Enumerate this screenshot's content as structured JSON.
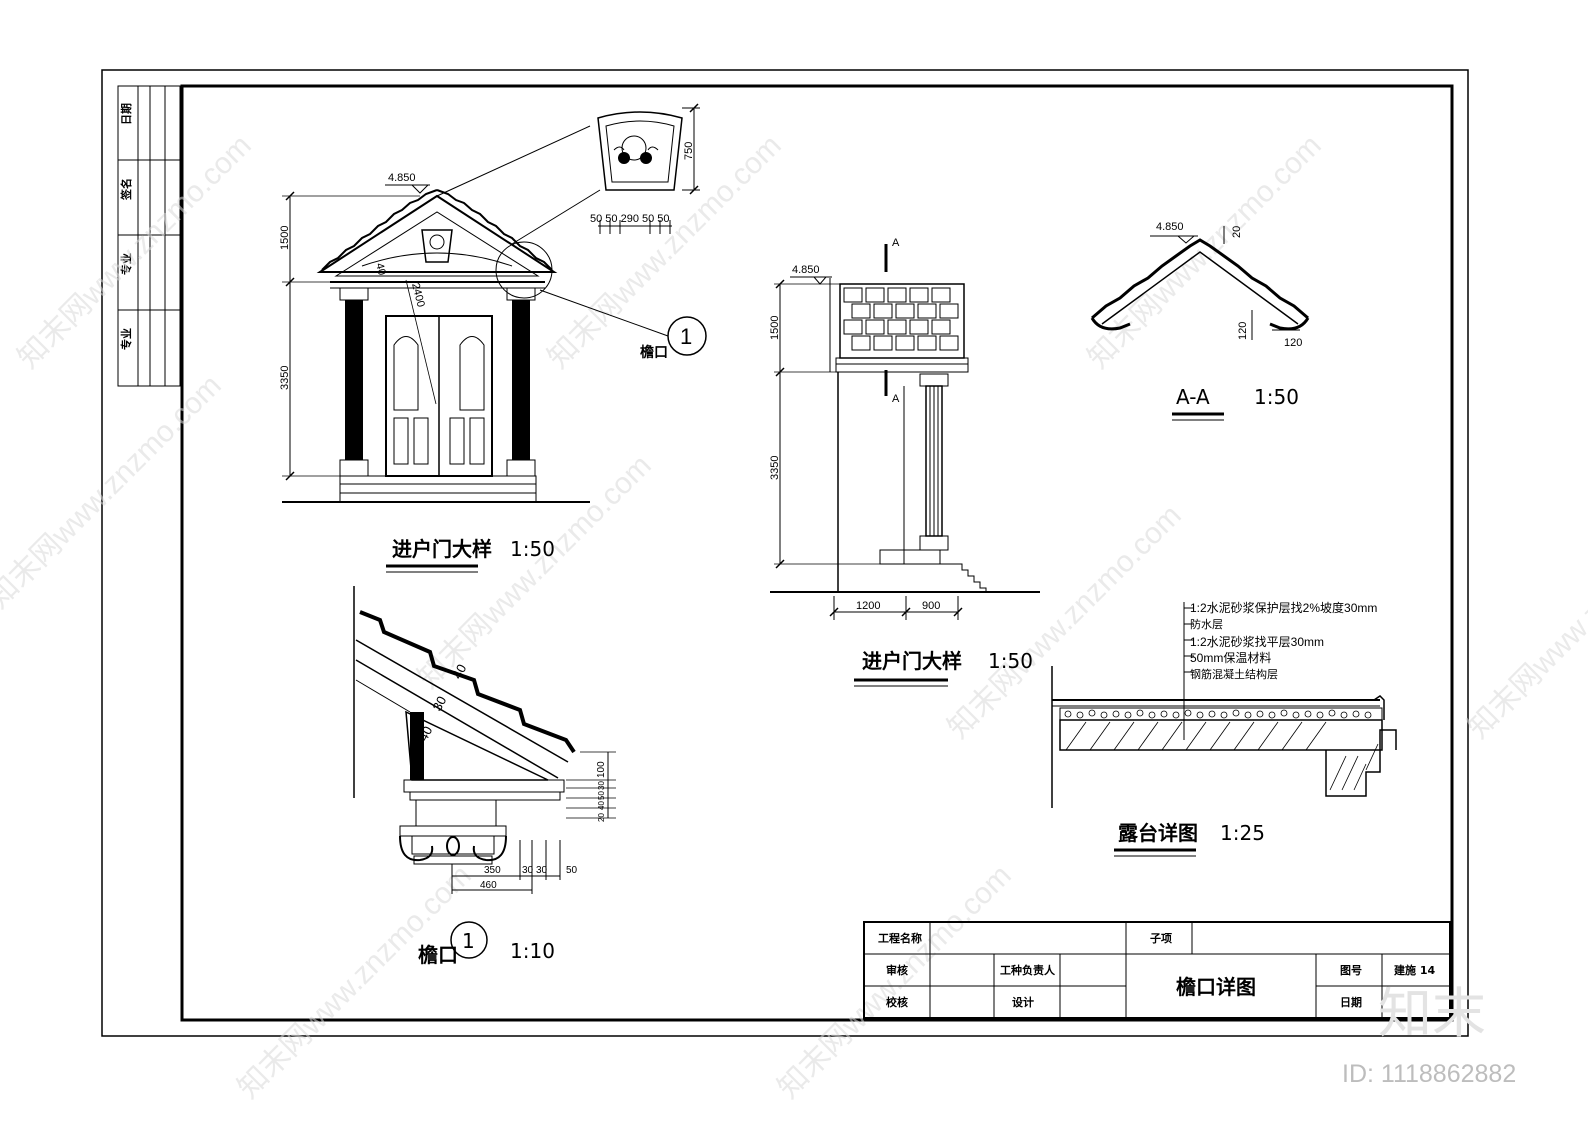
{
  "watermark": {
    "text": "知末网www.znzmo.com",
    "logo": "知末",
    "id": "ID: 1118862882"
  },
  "revision_block": {
    "rows": [
      "日期",
      "签名",
      "专业",
      "专业"
    ]
  },
  "elevation_front": {
    "level": "4.850",
    "dims_vertical": [
      "1500",
      "3350"
    ],
    "dim_diag": "2400",
    "dim_small": "40",
    "keystone_height": "750",
    "keystone_widths": "50 50 290 50 50",
    "callout_label": "檐口",
    "callout_number": "1",
    "title": "进户门大样",
    "scale": "1:50"
  },
  "elevation_side": {
    "level": "4.850",
    "section_mark": "A",
    "dims_vertical": [
      "1500",
      "3350"
    ],
    "dims_horizontal": [
      "1200",
      "900"
    ],
    "title": "进户门大样",
    "scale": "1:50"
  },
  "section_aa": {
    "level": "4.850",
    "dims": [
      "20",
      "120",
      "120"
    ],
    "title": "A-A",
    "scale": "1:50"
  },
  "eave_detail": {
    "dims_slope": [
      "40",
      "30",
      "40"
    ],
    "dims_vertical": [
      "100",
      "30",
      "50",
      "40",
      "20"
    ],
    "dims_horizontal": [
      "350",
      "30",
      "30",
      "50",
      "460"
    ],
    "callout_label": "檐口",
    "callout_number": "1",
    "scale": "1:10"
  },
  "terrace_detail": {
    "layers": [
      "1:2水泥砂浆保护层找2%坡度30mm",
      "防水层",
      "1:2水泥砂浆找平层30mm",
      "50mm保温材料",
      "钢筋混凝土结构层"
    ],
    "title": "露台详图",
    "scale": "1:25"
  },
  "title_block": {
    "project_name_label": "工程名称",
    "stage_label": "子项",
    "review_label": "审核",
    "engineer_label": "工种负责人",
    "check_label": "校核",
    "design_label": "设计",
    "drawing_title": "檐口详图",
    "drawing_no_label": "图号",
    "drawing_no": "建施 14",
    "date_label": "日期"
  }
}
